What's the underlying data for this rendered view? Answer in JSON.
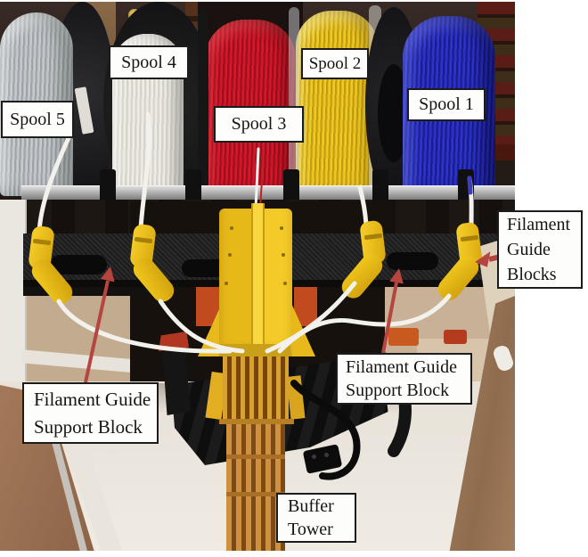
{
  "figure": {
    "alt": "Photograph of a five-spool filament rack above a 3D printer; yellow printed guide blocks on a black beam route white PTFE tubes into a yellow buffer tower",
    "labels": {
      "spool_5": "Spool 5",
      "spool_4": "Spool 4",
      "spool_3": "Spool 3",
      "spool_2": "Spool 2",
      "spool_1": "Spool 1",
      "filament_guide_blocks": "Filament Guide Blocks",
      "filament_guide_support_block_left": "Filament Guide Support Block",
      "filament_guide_support_block_right": "Filament Guide Support Block",
      "buffer_tower": "Buffer Tower"
    },
    "filament_colors": {
      "spool_1": "#2e33cf",
      "spool_2": "#ecc81e",
      "spool_3": "#d7182a",
      "spool_4": "#edebe4",
      "spool_5": "#b7bcc0"
    },
    "part_colors": {
      "guide_blocks": "#f2c51c",
      "buffer_tower_top": "#f1c41e",
      "buffer_tower_base": "#c28136",
      "annotation_arrow": "#b5453e",
      "label_border": "#1c1c1c",
      "label_background": "#fdfdfc"
    }
  }
}
